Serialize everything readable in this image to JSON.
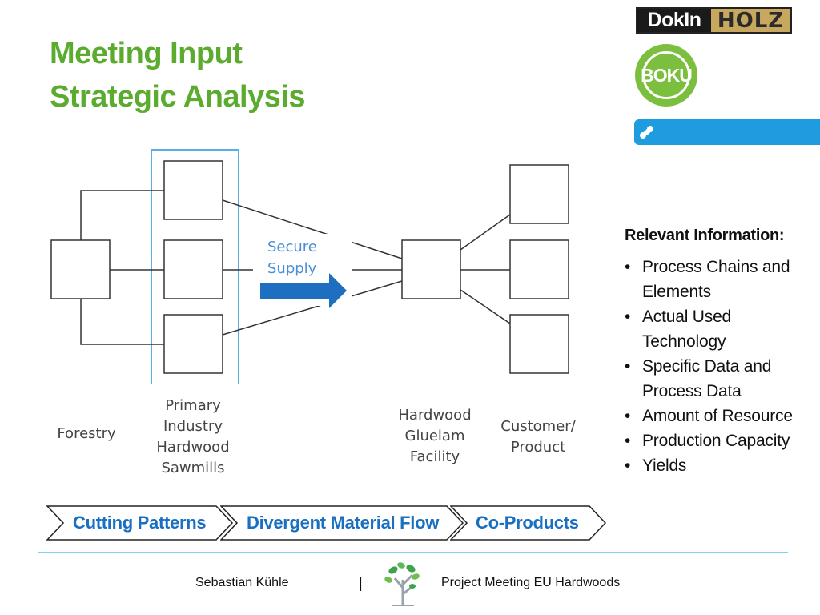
{
  "title": {
    "line1": "Meeting Input",
    "line2": "Strategic Analysis"
  },
  "logos": {
    "dok_left": "DokIn",
    "dok_right": "HOLZ",
    "boku": "BOKU"
  },
  "diagram": {
    "secure_supply_line1": "Secure",
    "secure_supply_line2": "Supply",
    "labels": {
      "forestry": "Forestry",
      "primary": [
        "Primary",
        "Industry",
        "Hardwood",
        "Sawmills"
      ],
      "facility": [
        "Hardwood",
        "Gluelam",
        "Facility"
      ],
      "customer": [
        "Customer/",
        "Product"
      ]
    }
  },
  "info": {
    "heading": "Relevant Information:",
    "items": [
      [
        "Process Chains and",
        "Elements"
      ],
      [
        "Actual Used",
        "Technology"
      ],
      [
        "Specific Data and",
        "Process Data"
      ],
      [
        "Amount of Resource"
      ],
      [
        "Production Capacity"
      ],
      [
        "Yields"
      ]
    ]
  },
  "steps": [
    "Cutting Patterns",
    "Divergent Material Flow",
    "Co-Products"
  ],
  "footer": {
    "author": "Sebastian Kühle",
    "separator": "|",
    "project": "Project Meeting EU Hardwoods"
  },
  "colors": {
    "title_green": "#5aab2e",
    "accent_blue": "#1a6fc1",
    "arrow_blue": "#1e6fc0",
    "highlight_box": "#5aaee6"
  }
}
